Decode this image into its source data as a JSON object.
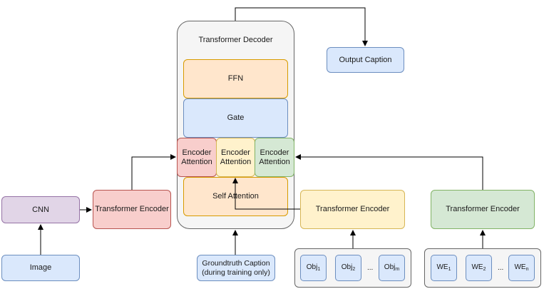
{
  "decoder": {
    "title": "Transformer Decoder",
    "ffn": "FFN",
    "gate": "Gate",
    "enc_attn_1": "Encoder\nAttention",
    "enc_attn_2": "Encoder\nAttention",
    "enc_attn_3": "Encoder\nAttention",
    "self_attn": "Self Attention"
  },
  "output_caption": "Output Caption",
  "image_branch": {
    "cnn": "CNN",
    "encoder": "Transformer Encoder",
    "image": "Image"
  },
  "object_branch": {
    "encoder": "Transformer Encoder",
    "items": [
      {
        "base": "Obj",
        "sub": "1"
      },
      {
        "base": "Obj",
        "sub": "2"
      },
      {
        "base": "Obj",
        "sub": "m"
      }
    ],
    "ellipsis": "..."
  },
  "word_branch": {
    "encoder": "Transformer Encoder",
    "items": [
      {
        "base": "WE",
        "sub": "1"
      },
      {
        "base": "WE",
        "sub": "2"
      },
      {
        "base": "WE",
        "sub": "n"
      }
    ],
    "ellipsis": "..."
  },
  "groundtruth": "Groundtruth Caption\n(during training only)",
  "colors": {
    "purple": "#e1d5e7",
    "blue": "#dae8fc",
    "red": "#f8cecc",
    "yellow": "#fff2cc",
    "green": "#d5e8d4",
    "orange": "#ffe6cc",
    "grey": "#f5f5f5"
  }
}
